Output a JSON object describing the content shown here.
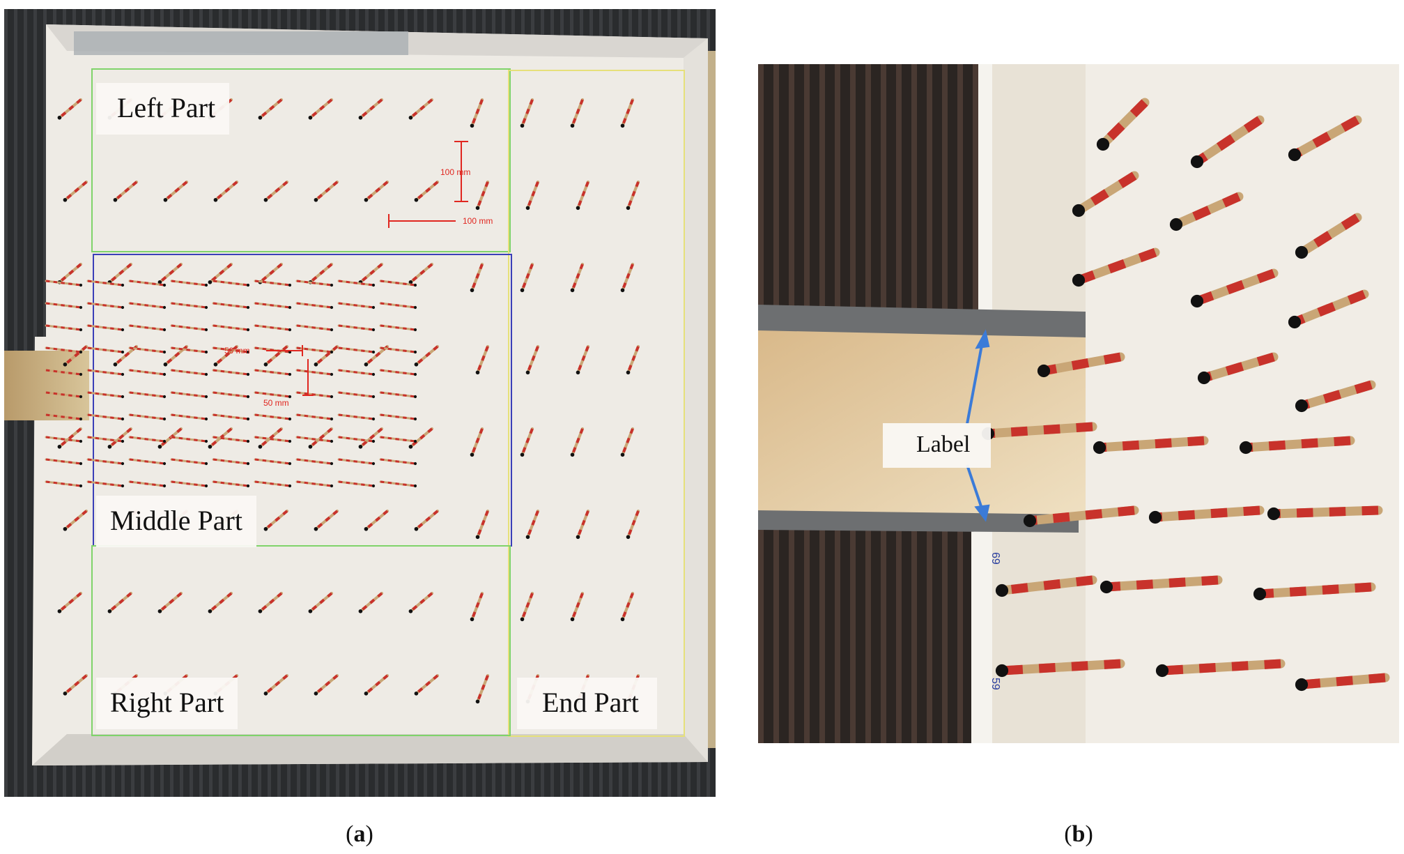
{
  "figure": {
    "panel_a": {
      "caption_letter": "a",
      "region_labels": {
        "left": "Left Part",
        "middle": "Middle Part",
        "right": "Right Part",
        "end": "End Part"
      },
      "dimension_annotations": {
        "vertical_large": "100 mm",
        "horizontal_large": "100 mm",
        "horizontal_small": "50 mm",
        "vertical_small": "50 mm"
      },
      "colors": {
        "left_right_box": "#7fd36a",
        "middle_box": "#3a3fb8",
        "end_box": "#e6e07a",
        "dimension": "#e0261f"
      }
    },
    "panel_b": {
      "caption_letter": "b",
      "annotation": "Label",
      "pillar_marks": [
        "69",
        "59"
      ],
      "colors": {
        "arrow": "#3b7bd8"
      }
    }
  }
}
